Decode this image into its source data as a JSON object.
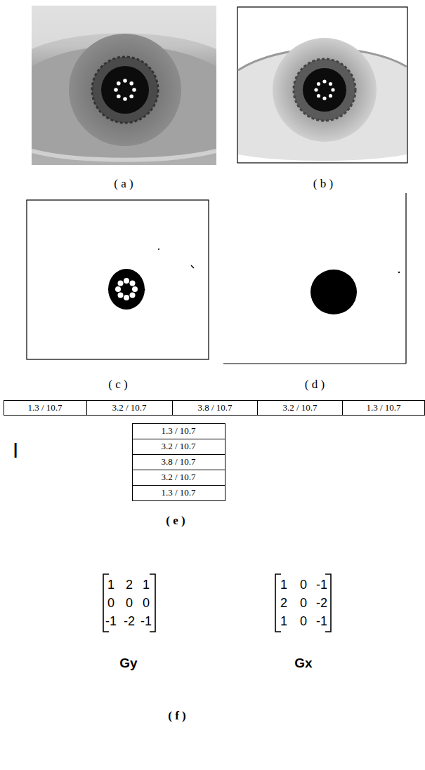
{
  "diagram": {
    "labels": [
      "( a )",
      "( b )",
      "( c )",
      "( d )",
      "1.3 / 10.7",
      "3.2 / 10.7",
      "3.8 / 10.7",
      "3.2 / 10.7",
      "1.3 / 10.7",
      "|",
      "1.3 / 10.7",
      "3.2 / 10.7",
      "3.8 / 10.7",
      "3.2 / 10.7",
      "1.3 / 10.7",
      "( e )",
      "1",
      "2",
      "1",
      "0",
      "0",
      "0",
      "-1",
      "-2",
      "-1",
      "Gy",
      "1",
      "0",
      "-1",
      "2",
      "0",
      "-2",
      "1",
      "0",
      "-1",
      "Gx",
      "( f )"
    ]
  }
}
